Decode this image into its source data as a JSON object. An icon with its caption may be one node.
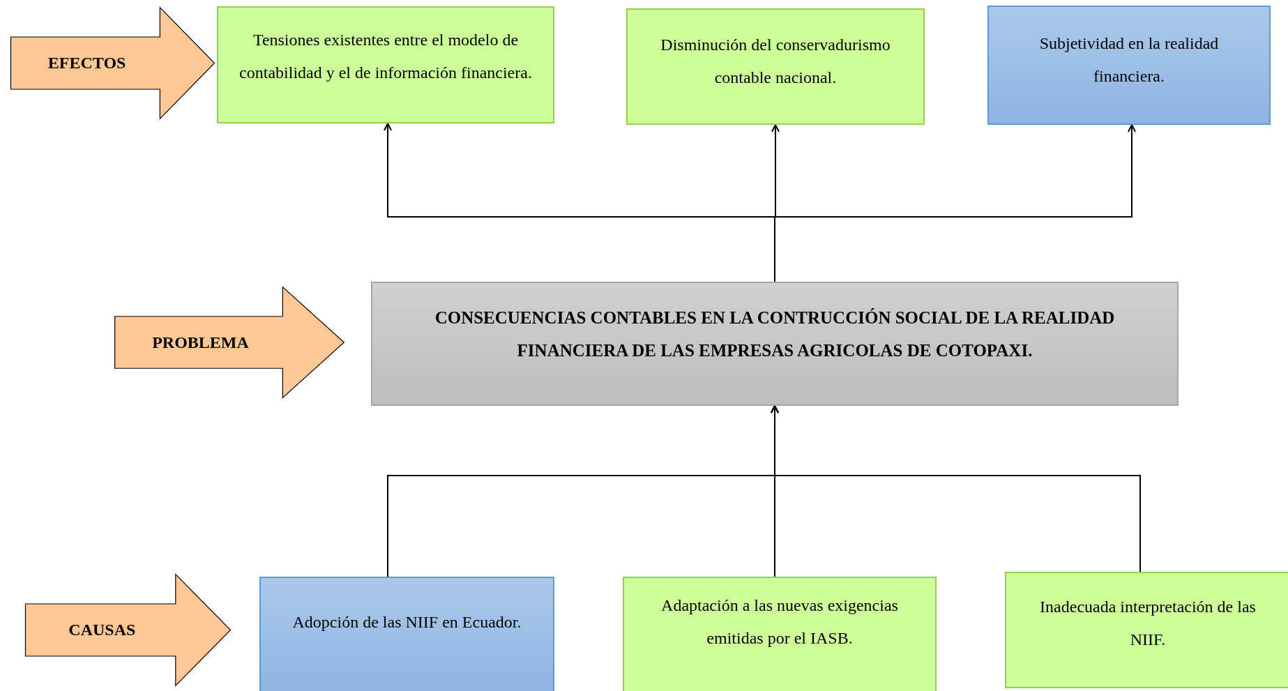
{
  "diagram": {
    "nodes": [
      {
        "text": [
          "EFECTOS"
        ]
      },
      {
        "text": [
          "Tensiones existentes entre el modelo de contabilidad y el de información financiera."
        ]
      },
      {
        "text": [
          "Disminución del conservadurismo contable nacional."
        ]
      },
      {
        "text": [
          "Subjetividad en la realidad financiera."
        ]
      },
      {
        "text": [
          "PROBLEMA"
        ]
      },
      {
        "text": [
          "CONSECUENCIAS CONTABLES EN LA CONTRUCCIÓN SOCIAL DE LA REALIDAD FINANCIERA DE LAS EMPRESAS AGRICOLAS DE COTOPAXI."
        ]
      },
      {
        "text": [
          "CAUSAS"
        ]
      },
      {
        "text": [
          "Adopción de las NIIF en Ecuador."
        ]
      },
      {
        "text": [
          "Adaptación a las nuevas exigencias emitidas por el IASB."
        ]
      },
      {
        "text": [
          "Inadecuada interpretación de las NIIF."
        ]
      }
    ],
    "edges": [
      {
        "from": 5,
        "to": 1,
        "arrow": "to"
      },
      {
        "from": 5,
        "to": 2,
        "arrow": "to"
      },
      {
        "from": 5,
        "to": 3,
        "arrow": "to"
      },
      {
        "from": 7,
        "to": 5,
        "arrow": "to"
      },
      {
        "from": 8,
        "to": 5,
        "arrow": "to"
      },
      {
        "from": 9,
        "to": 5,
        "arrow": "to"
      }
    ]
  }
}
